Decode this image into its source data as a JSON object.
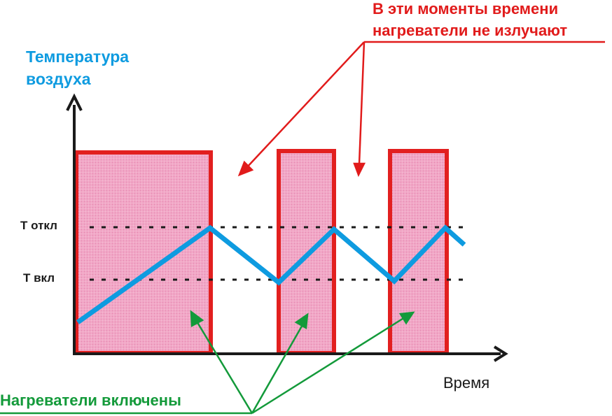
{
  "labels": {
    "y_axis_line1": "Температура",
    "y_axis_line2": "воздуха",
    "x_axis": "Время",
    "t_off": "T откл",
    "t_on": "T вкл",
    "no_radiation_line1": "В эти моменты времени",
    "no_radiation_line2": "нагреватели не излучают",
    "heaters_on": "Нагреватели включены"
  },
  "colors": {
    "temperature": "#0e9be0",
    "heater_fill": "#f1a7c6",
    "heater_border": "#e21f1f",
    "annotation_red": "#e11b1b",
    "annotation_green": "#139a3a",
    "axis": "#1a1a1a"
  }
}
